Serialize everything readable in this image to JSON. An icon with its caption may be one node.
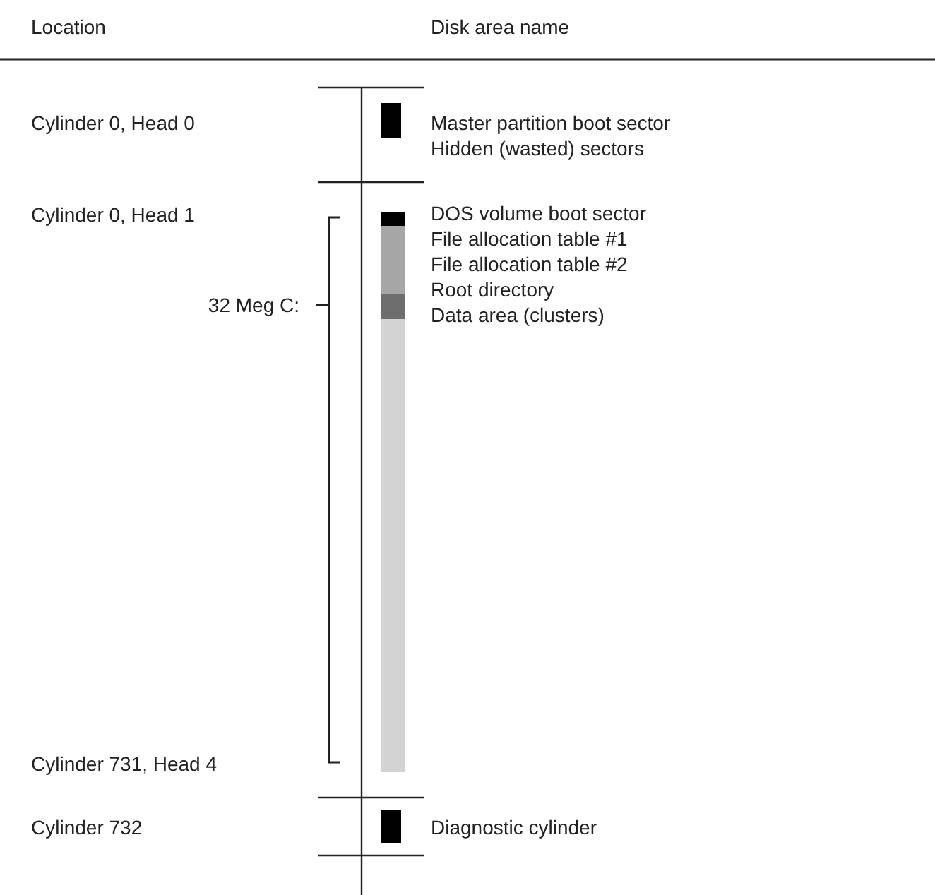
{
  "diagram": {
    "labels": [
      "Location",
      "Disk area name",
      "Cylinder 0, Head 0",
      "Master partition boot sector",
      "Hidden (wasted) sectors",
      "Cylinder 0, Head 1",
      "DOS volume boot sector",
      "File allocation table #1",
      "File allocation table #2",
      "32 Meg C:",
      "Root directory",
      "Data area (clusters)",
      "Cylinder 731, Head 4",
      "Cylinder 732",
      "Diagnostic cylinder"
    ]
  }
}
